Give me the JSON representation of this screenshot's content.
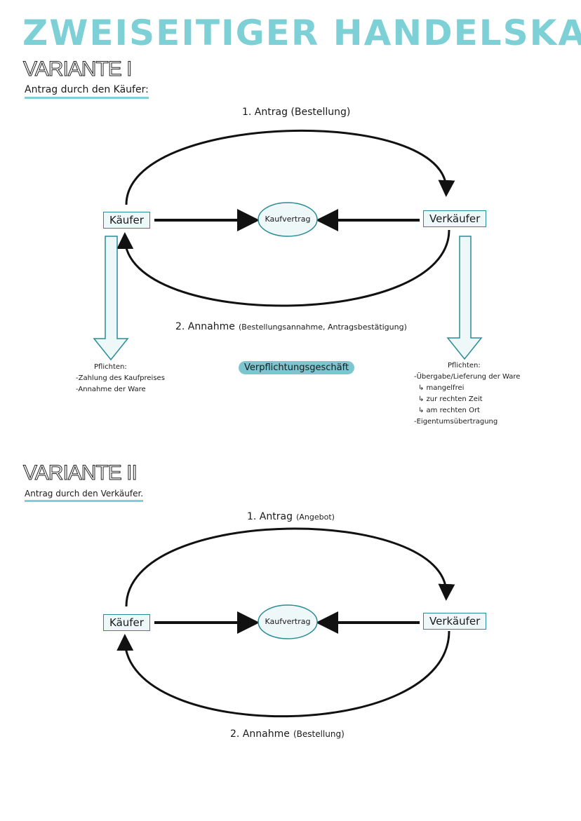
{
  "title": "ZWEISEITIGER HANDELSKAUF",
  "variant1": {
    "heading": "VARIANTE I",
    "subtitle": "Antrag durch den Käufer:",
    "step1": "1. Antrag (Bestellung)",
    "step2_main": "2. Annahme",
    "step2_detail": "(Bestellungsannahme, Antragsbestätigung)",
    "buyer": "Käufer",
    "contract": "Kaufvertrag",
    "seller": "Verkäufer",
    "buyer_duties": {
      "title": "Pflichten:",
      "items": [
        "-Zahlung des Kaufpreises",
        "-Annahme der Ware"
      ]
    },
    "seller_duties": {
      "title": "Pflichten:",
      "items": [
        "-Übergabe/Lieferung der Ware",
        "↳ mangelfrei",
        "↳ zur rechten Zeit",
        "↳ am rechten Ort",
        "-Eigentumsübertragung"
      ]
    },
    "badge": "Verpflichtungsgeschäft"
  },
  "variant2": {
    "heading": "VARIANTE II",
    "subtitle": "Antrag durch den Verkäufer.",
    "step1_main": "1. Antrag",
    "step1_detail": "(Angebot)",
    "step2_main": "2. Annahme",
    "step2_detail": "(Bestellung)",
    "buyer": "Käufer",
    "contract": "Kaufvertrag",
    "seller": "Verkäufer"
  },
  "colors": {
    "accent": "#7dd0d6",
    "box_border": "#2a8b95"
  }
}
